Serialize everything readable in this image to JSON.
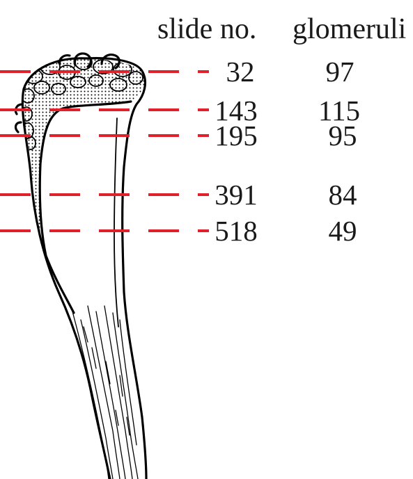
{
  "headers": {
    "slide": "slide no.",
    "glomeruli": "glomeruli"
  },
  "rows": [
    {
      "slide": "32",
      "glomeruli": "97"
    },
    {
      "slide": "143",
      "glomeruli": "115"
    },
    {
      "slide": "195",
      "glomeruli": "95"
    },
    {
      "slide": "391",
      "glomeruli": "84"
    },
    {
      "slide": "518",
      "glomeruli": "49"
    }
  ],
  "colors": {
    "section_lines": "#e0202a",
    "ink": "#000000",
    "text": "#1a1a1a"
  }
}
